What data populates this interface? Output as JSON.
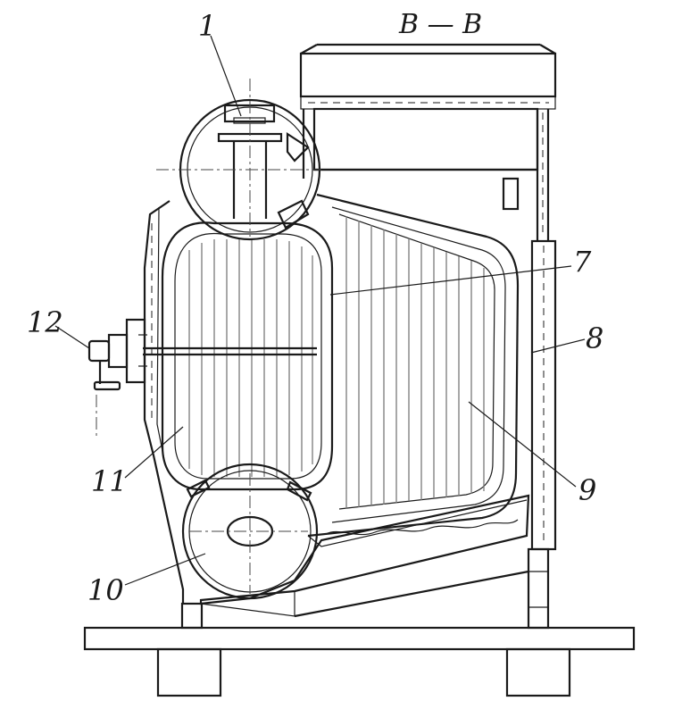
{
  "title": "B — B",
  "callouts": [
    {
      "id": "1",
      "label": "1"
    },
    {
      "id": "7",
      "label": "7"
    },
    {
      "id": "8",
      "label": "8"
    },
    {
      "id": "9",
      "label": "9"
    },
    {
      "id": "10",
      "label": "10"
    },
    {
      "id": "11",
      "label": "11"
    },
    {
      "id": "12",
      "label": "12"
    }
  ]
}
